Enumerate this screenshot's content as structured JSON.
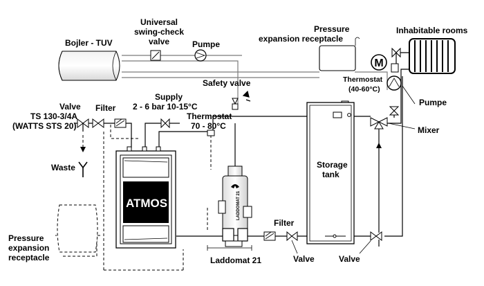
{
  "labels": {
    "bojler": "Bojler - TUV",
    "check_valve_1": "Universal",
    "check_valve_2": "swing-check",
    "check_valve_3": "valve",
    "pumpe_top": "Pumpe",
    "pressure_top_1": "Pressure",
    "pressure_top_2": "expansion receptacle",
    "inhabitable": "Inhabitable rooms",
    "valve_left_1": "Valve",
    "valve_left_2": "TS 130-3/4A",
    "valve_left_3": "(WATTS STS 20)",
    "filter_top": "Filter",
    "supply_1": "Supply",
    "supply_2": "2 - 6 bar 10-15°C",
    "safety_valve": "Safety valve",
    "thermostat_1": "Thermostat",
    "thermostat_2": "70 - 80°C",
    "thermostat_right_1": "Thermostat",
    "thermostat_right_2": "(40-60°C)",
    "pumpe_right": "Pumpe",
    "mixer": "Mixer",
    "waste": "Waste",
    "storage_1": "Storage",
    "storage_2": "tank",
    "atmos": "ATMOS",
    "pressure_left_1": "Pressure",
    "pressure_left_2": "expansion",
    "pressure_left_3": "receptacle",
    "filter_bottom": "Filter",
    "laddomat": "Laddomat 21",
    "laddomat_vertical": "LADDOMAT 21",
    "valve_bottom_1": "Valve",
    "valve_bottom_2": "Valve",
    "motor": "M"
  },
  "colors": {
    "line": "#000000",
    "pipe_grey": "#7a7a7a",
    "tank_fill": "#ffffff",
    "boiler_band": "#000000"
  },
  "icons": [
    "check-valve-icon",
    "pump-icon",
    "valve-icon",
    "filter-icon",
    "safety-valve-icon",
    "motor-icon",
    "waste-funnel-icon"
  ]
}
